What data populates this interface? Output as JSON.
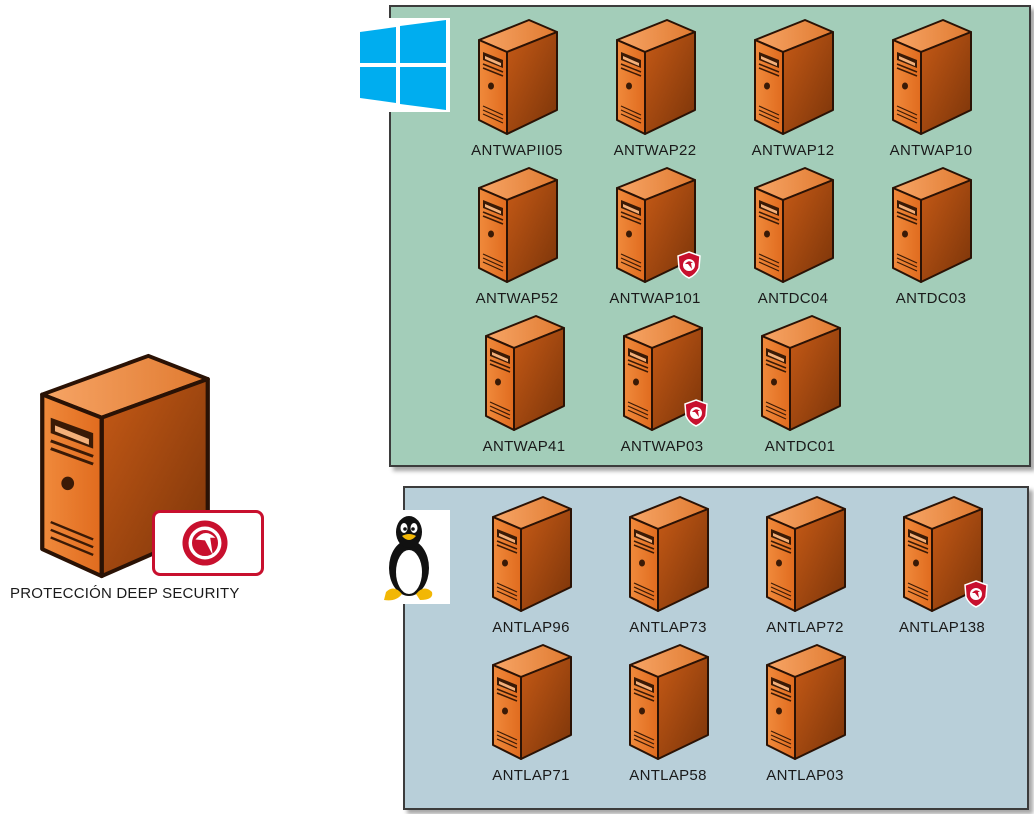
{
  "protection_server": {
    "label": "PROTECCIÓN DEEP SECURITY",
    "icon": "deep-security-logo-icon",
    "badge_color": "#c8102e"
  },
  "windows_group": {
    "os": "windows-logo-icon",
    "background_color": "#a3cdb9",
    "logo_color": "#00adef",
    "servers": [
      {
        "name": "ANTWAPII05",
        "protected": false
      },
      {
        "name": "ANTWAP22",
        "protected": false
      },
      {
        "name": "ANTWAP12",
        "protected": false
      },
      {
        "name": "ANTWAP10",
        "protected": false
      },
      {
        "name": "ANTWAP52",
        "protected": false
      },
      {
        "name": "ANTWAP101",
        "protected": true
      },
      {
        "name": "ANTDC04",
        "protected": false
      },
      {
        "name": "ANTDC03",
        "protected": false
      },
      {
        "name": "ANTWAP41",
        "protected": false
      },
      {
        "name": "ANTWAP03",
        "protected": true
      },
      {
        "name": "ANTDC01",
        "protected": false
      }
    ]
  },
  "linux_group": {
    "os": "linux-tux-icon",
    "background_color": "#b8cfd9",
    "servers": [
      {
        "name": "ANTLAP96",
        "protected": false
      },
      {
        "name": "ANTLAP73",
        "protected": false
      },
      {
        "name": "ANTLAP72",
        "protected": false
      },
      {
        "name": "ANTLAP138",
        "protected": true
      },
      {
        "name": "ANTLAP71",
        "protected": false
      },
      {
        "name": "ANTLAP58",
        "protected": false
      },
      {
        "name": "ANTLAP03",
        "protected": false
      }
    ]
  },
  "server_color": "#e06b1e"
}
